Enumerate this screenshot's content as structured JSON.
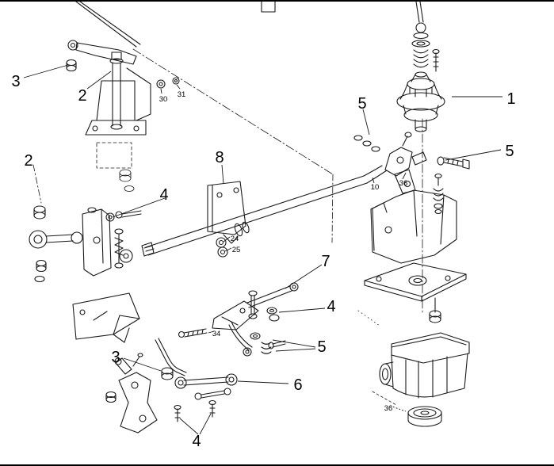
{
  "diagram": {
    "background_color": "#ffffff",
    "line_color": "#1a1a1a",
    "callouts": [
      {
        "label": "3"
      },
      {
        "label": "2"
      },
      {
        "label": "2"
      },
      {
        "label": "4"
      },
      {
        "label": "8"
      },
      {
        "label": "5"
      },
      {
        "label": "1"
      },
      {
        "label": "5"
      },
      {
        "label": "7"
      },
      {
        "label": "4"
      },
      {
        "label": "5"
      },
      {
        "label": "3"
      },
      {
        "label": "6"
      },
      {
        "label": "4"
      }
    ],
    "part_refs": [
      {
        "label": "30"
      },
      {
        "label": "31"
      },
      {
        "label": "10"
      },
      {
        "label": "36"
      },
      {
        "label": "24"
      },
      {
        "label": "25"
      },
      {
        "label": "34"
      },
      {
        "label": "36"
      }
    ]
  }
}
